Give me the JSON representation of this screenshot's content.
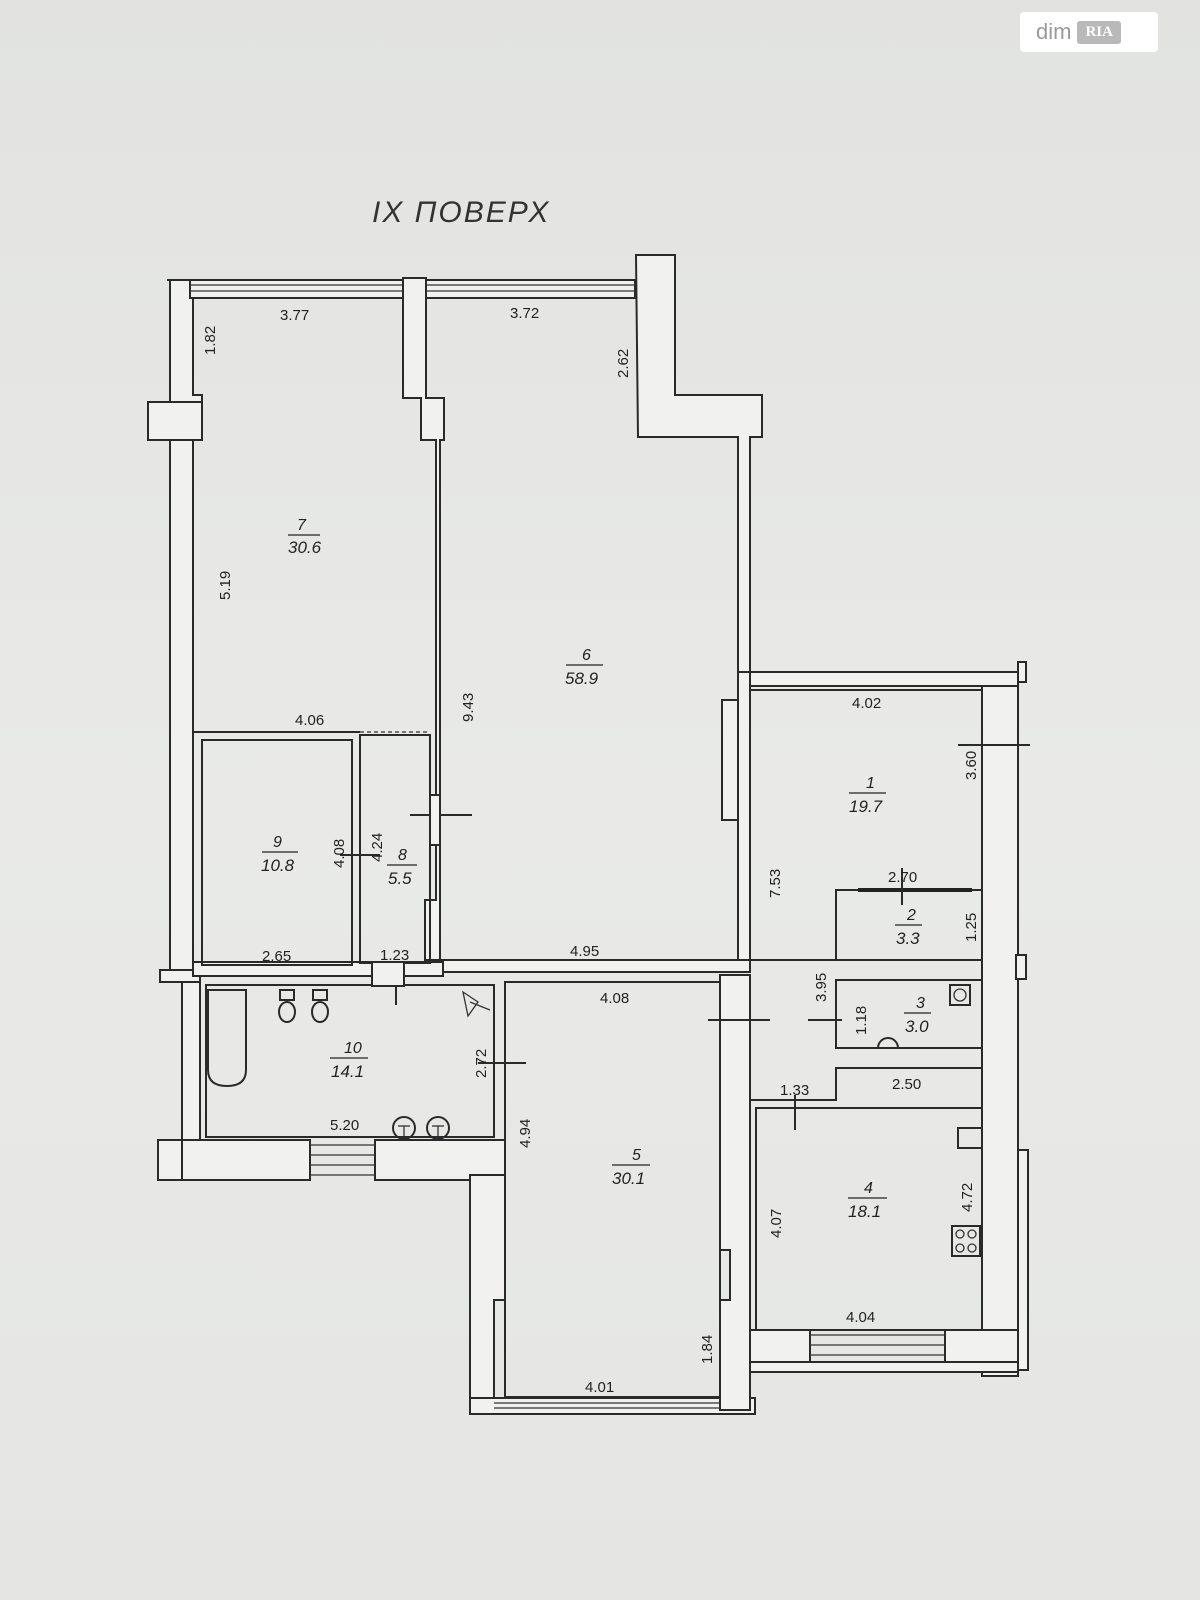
{
  "watermark": {
    "brand": "dim",
    "brand_tag": "RIA"
  },
  "plan": {
    "title": "IX ПОВЕРХ",
    "rooms": [
      {
        "key": "r1",
        "number": "1",
        "area": "19.7"
      },
      {
        "key": "r2",
        "number": "2",
        "area": "3.3"
      },
      {
        "key": "r3",
        "number": "3",
        "area": "3.0"
      },
      {
        "key": "r4",
        "number": "4",
        "area": "18.1"
      },
      {
        "key": "r5",
        "number": "5",
        "area": "30.1"
      },
      {
        "key": "r6",
        "number": "6",
        "area": "58.9"
      },
      {
        "key": "r7",
        "number": "7",
        "area": "30.6"
      },
      {
        "key": "r8",
        "number": "8",
        "area": "5.5"
      },
      {
        "key": "r9",
        "number": "9",
        "area": "10.8"
      },
      {
        "key": "r10",
        "number": "10",
        "area": "14.1"
      }
    ],
    "dimensions": {
      "d377": "3.77",
      "d372": "3.72",
      "d182": "1.82",
      "d262": "2.62",
      "d519": "5.19",
      "d943": "9.43",
      "d406": "4.06",
      "d408a": "4.08",
      "d424": "4.24",
      "d265": "2.65",
      "d123": "1.23",
      "d495": "4.95",
      "d402": "4.02",
      "d360": "3.60",
      "d753": "7.53",
      "d270": "2.70",
      "d125": "1.25",
      "d395": "3.95",
      "d118": "1.18",
      "d408b": "4.08",
      "d272": "2.72",
      "d520": "5.20",
      "d494": "4.94",
      "d133": "1.33",
      "d250": "2.50",
      "d407": "4.07",
      "d472": "4.72",
      "d404": "4.04",
      "d184": "1.84",
      "d401": "4.01"
    }
  }
}
